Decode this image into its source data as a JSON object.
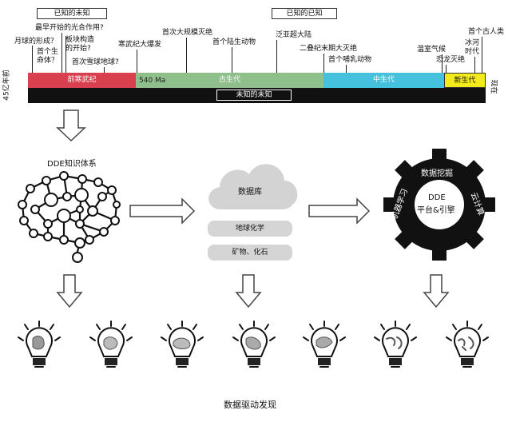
{
  "timeline": {
    "known_unknown": "已知的未知",
    "known_known": "已知的已知",
    "unknown_unknown": "未知的未知",
    "left_axis": "45亿年前",
    "right_axis": "现在",
    "eras": [
      {
        "label": "前寒武纪",
        "color": "#d9404f"
      },
      {
        "label": "古生代",
        "color": "#8fbf8a"
      },
      {
        "label": "中生代",
        "color": "#45c0dd"
      },
      {
        "label": "新生代",
        "color": "#f2ea1a"
      }
    ],
    "age_label": "540  Ma",
    "events": {
      "photosynthesis": "最早开始的光合作用?",
      "moon_line1": "月球的形成？",
      "life_line1": "首个生",
      "life_line2": "命体？",
      "plate_line1": "板块构造",
      "plate_line2": "的开始?",
      "snowball": "首次雪球地球?",
      "cambrian": "寒武纪大爆发",
      "first_mass": "首次大规模灭绝",
      "land_animal": "首个陆生动物",
      "pangea": "泛亚超大陆",
      "permian": "二叠纪末期大灭绝",
      "mammal": "首个哺乳动物",
      "greenhouse": "温室气候",
      "dino": "恐龙灭绝",
      "ice_line1": "冰河",
      "ice_line2": "时代",
      "human": "首个古人类"
    }
  },
  "flow": {
    "brain_title": "DDE知识体系",
    "cloud_label": "数据库",
    "pill1": "地球化学",
    "pill2": "矿物、化石",
    "gear_top": "数据挖掘",
    "gear_left": "机器学习",
    "gear_right": "云计算",
    "gear_center1": "DDE",
    "gear_center2": "平台&引擎"
  },
  "footer": "数据驱动发现"
}
